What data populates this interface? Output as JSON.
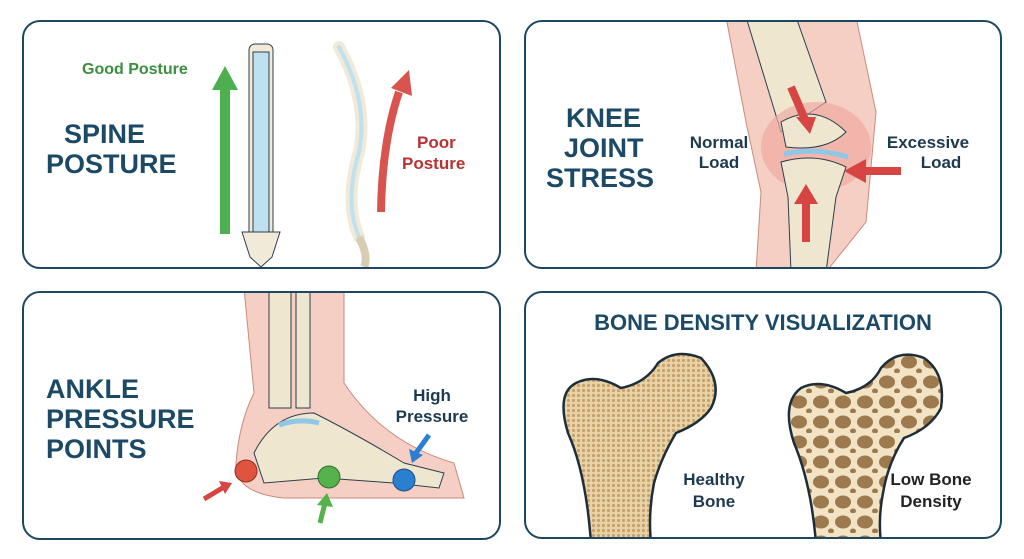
{
  "panels": {
    "spine": {
      "title_line1": "SPINE",
      "title_line2": "POSTURE",
      "good_label": "Good Posture",
      "poor_label_line1": "Poor",
      "poor_label_line2": "Posture"
    },
    "knee": {
      "title_line1": "KNEE",
      "title_line2": "JOINT",
      "title_line3": "STRESS",
      "normal_line1": "Normal",
      "normal_line2": "Load",
      "excessive_line1": "Excessive",
      "excessive_line2": "Load"
    },
    "ankle": {
      "title_line1": "ANKLE",
      "title_line2": "PRESSURE",
      "title_line3": "POINTS",
      "high_line1": "High",
      "high_line2": "Pressure"
    },
    "bone": {
      "title": "BONE DENSITY VISUALIZATION",
      "healthy_line1": "Healthy",
      "healthy_line2": "Bone",
      "low_line1": "Low Bone",
      "low_line2": "Density"
    }
  },
  "colors": {
    "border": "#1d4660",
    "title": "#1c4a66",
    "good": "#3a8f3f",
    "poor": "#b83232",
    "pressure_blue": "#2a7fd0"
  }
}
